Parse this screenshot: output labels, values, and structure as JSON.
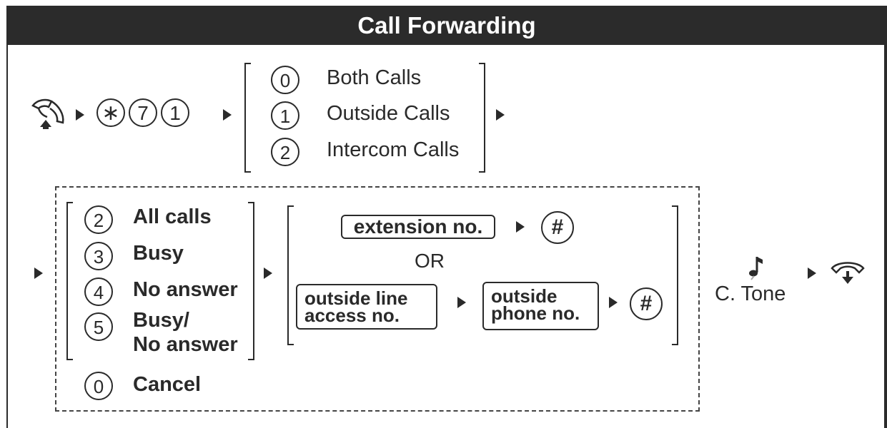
{
  "title": "Call Forwarding",
  "step1": {
    "feature_code": [
      "∗",
      "7",
      "1"
    ]
  },
  "call_types": [
    {
      "key": "0",
      "label": "Both Calls"
    },
    {
      "key": "1",
      "label": "Outside Calls"
    },
    {
      "key": "2",
      "label": "Intercom Calls"
    }
  ],
  "forward_modes": [
    {
      "key": "2",
      "label": "All calls"
    },
    {
      "key": "3",
      "label": "Busy"
    },
    {
      "key": "4",
      "label": "No answer"
    },
    {
      "key": "5",
      "label": "Busy/",
      "label_line2": "No answer"
    }
  ],
  "cancel": {
    "key": "0",
    "label": "Cancel"
  },
  "destination": {
    "extension_label": "extension no.",
    "hash": "#",
    "or_label": "OR",
    "outside_access_line1": "outside line",
    "outside_access_line2": "access no.",
    "outside_phone_line1": "outside",
    "outside_phone_line2": "phone no."
  },
  "confirmation": {
    "tone_label": "C. Tone"
  },
  "icons": {
    "off_hook": "handset-off-hook-icon",
    "on_hook": "handset-on-hook-icon",
    "music_note": "music-note-icon"
  },
  "colors": {
    "ink": "#2a2a2a",
    "title_bar": "#2b2b2b",
    "title_text": "#ffffff"
  }
}
